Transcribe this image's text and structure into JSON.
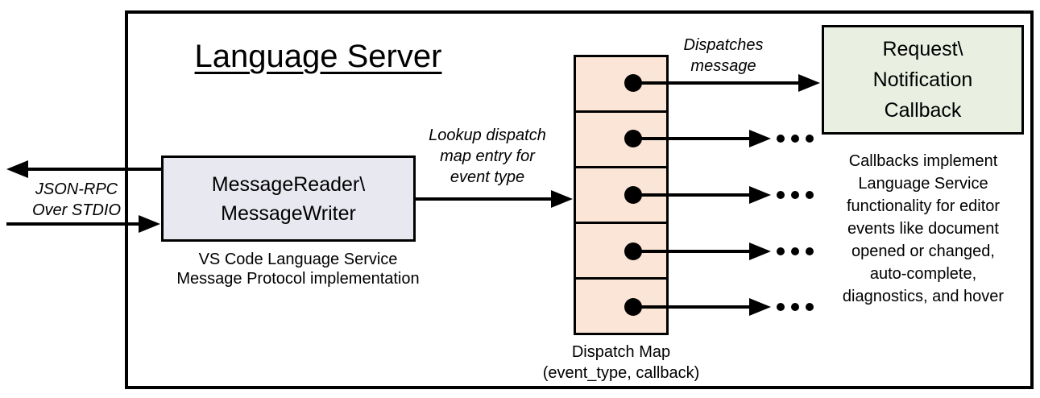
{
  "title": "Language Server",
  "io_label": [
    "JSON-RPC",
    "Over STDIO"
  ],
  "reader_box": [
    "MessageReader\\",
    "MessageWriter"
  ],
  "reader_caption": [
    "VS Code Language Service",
    "Message Protocol implementation"
  ],
  "lookup_label": [
    "Lookup dispatch",
    "map entry for",
    "event type"
  ],
  "dispatches_label": [
    "Dispatches",
    "message"
  ],
  "callback_box": [
    "Request\\",
    "Notification",
    "Callback"
  ],
  "dispatch_map_caption": [
    "Dispatch Map",
    "(event_type, callback)"
  ],
  "dispatch_map": {
    "row_count": 5
  },
  "callbacks_note": [
    "Callbacks implement",
    "Language Service",
    "functionality for editor",
    "events like document",
    "opened or changed,",
    "auto-complete,",
    "diagnostics, and hover"
  ],
  "icons": {
    "ellipsis": "more-callbacks"
  },
  "colors": {
    "reader_box_fill": "#E8E8F0",
    "dispatch_map_fill": "#FBE5D6",
    "callback_box_fill": "#E9F0E2",
    "line": "#000000",
    "background": "#FFFFFF"
  }
}
